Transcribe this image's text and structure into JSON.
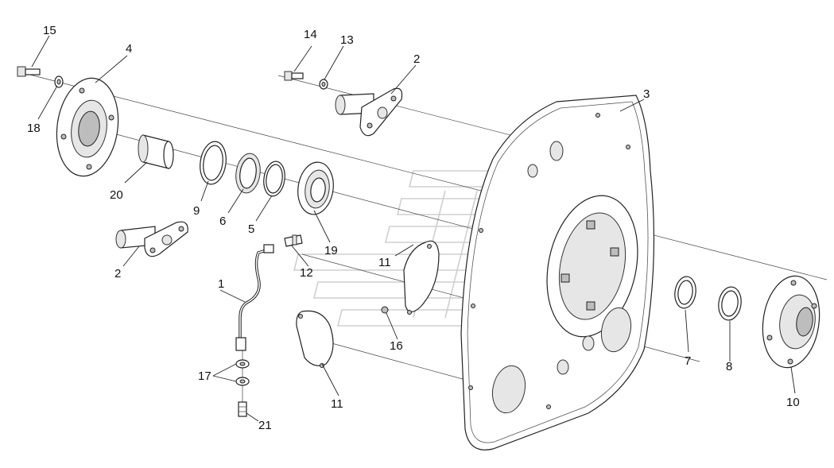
{
  "diagram": {
    "labels": {
      "l1": "1",
      "l2a": "2",
      "l2b": "2",
      "l3": "3",
      "l4": "4",
      "l5": "5",
      "l6": "6",
      "l7": "7",
      "l8": "8",
      "l9": "9",
      "l10": "10",
      "l11a": "11",
      "l11b": "11",
      "l12": "12",
      "l13": "13",
      "l14": "14",
      "l15": "15",
      "l16": "16",
      "l17": "17",
      "l18": "18",
      "l19": "19",
      "l20": "20",
      "l21": "21"
    }
  }
}
